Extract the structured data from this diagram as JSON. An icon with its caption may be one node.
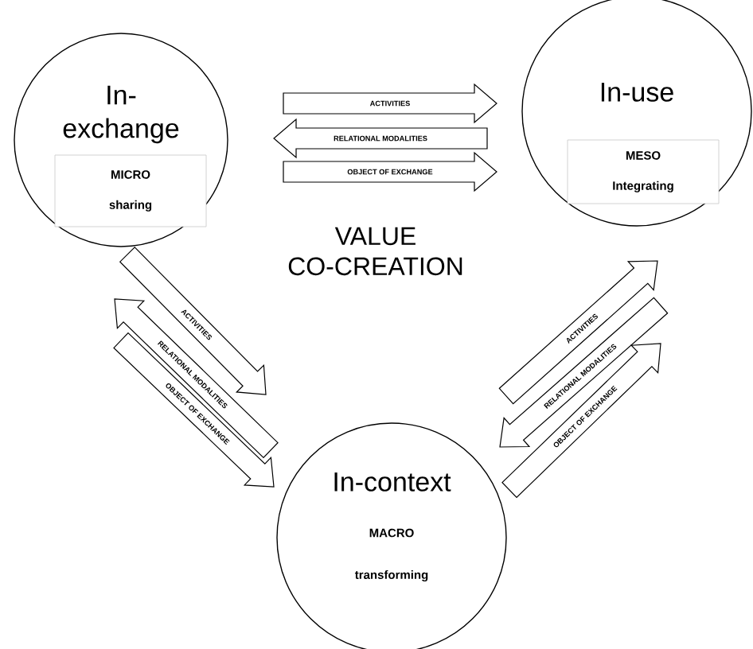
{
  "diagram": {
    "nodes": [
      {
        "text": [
          "In- exchange"
        ]
      },
      {
        "text": [
          "MICRO",
          "sharing"
        ],
        "in": 0
      },
      {
        "text": [
          "In-use"
        ]
      },
      {
        "text": [
          "MESO",
          "Integrating"
        ],
        "in": 2
      },
      {
        "text": [
          "In-context",
          "MACRO",
          "transforming"
        ]
      }
    ],
    "edges": [
      {
        "from": 0,
        "to": 2,
        "arrow": "to",
        "label": "ACTIVITIES"
      },
      {
        "from": 2,
        "to": 0,
        "arrow": "to",
        "label": "RELATIONAL MODALITIES"
      },
      {
        "from": 0,
        "to": 2,
        "arrow": "to",
        "label": "OBJECT OF EXCHANGE"
      },
      {
        "from": 0,
        "to": 4,
        "arrow": "to",
        "label": "ACTIVITIES"
      },
      {
        "from": 4,
        "to": 0,
        "arrow": "to",
        "label": "RELATIONAL MODALITIES"
      },
      {
        "from": 0,
        "to": 4,
        "arrow": "to",
        "label": "OBJECT OF EXCHANGE"
      },
      {
        "from": 4,
        "to": 2,
        "arrow": "to",
        "label": "ACTIVITIES"
      },
      {
        "from": 2,
        "to": 4,
        "arrow": "to",
        "label": "RELATIONAL MODALITIES"
      },
      {
        "from": 4,
        "to": 2,
        "arrow": "to",
        "label": "OBJECT OF EXCHANGE"
      }
    ],
    "labels": [
      "VALUE CO-CREATION"
    ]
  }
}
